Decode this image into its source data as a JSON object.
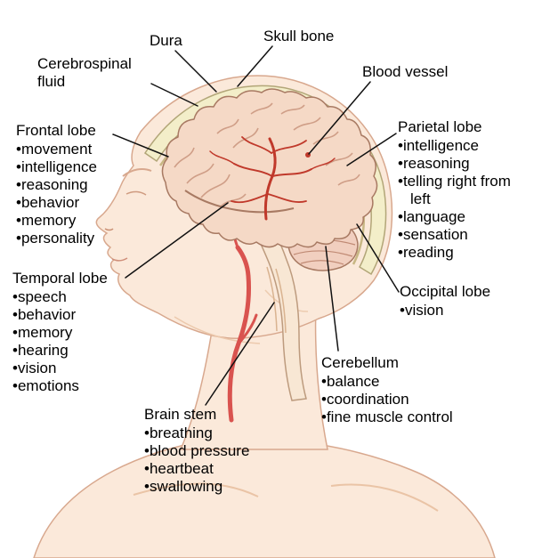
{
  "title": "Brain anatomy side-view diagram",
  "colors": {
    "background": "#ffffff",
    "skin": "#fbe9da",
    "skin_outline": "#d8a88e",
    "skull_bone": "#f3eec9",
    "skull_outline": "#b2a678",
    "dura_line": "#c8b784",
    "brain_fill": "#f5d9c6",
    "brain_outline": "#a87a63",
    "gyri": "#cf9e87",
    "vessel_red": "#c0392b",
    "artery_red": "#d9534f",
    "leader_line": "#111111",
    "text": "#000000"
  },
  "labels": {
    "dura": {
      "title": "Dura",
      "items": []
    },
    "skull_bone": {
      "title": "Skull bone",
      "items": []
    },
    "cerebrospinal_fluid": {
      "title": "Cerebrospinal fluid",
      "items": []
    },
    "blood_vessel": {
      "title": "Blood vessel",
      "items": []
    },
    "frontal_lobe": {
      "title": "Frontal lobe",
      "items": [
        "movement",
        "intelligence",
        "reasoning",
        "behavior",
        "memory",
        "personality"
      ]
    },
    "parietal_lobe": {
      "title": "Parietal lobe",
      "items": [
        "intelligence",
        "reasoning",
        "telling right from left",
        "language",
        "sensation",
        "reading"
      ]
    },
    "occipital_lobe": {
      "title": "Occipital lobe",
      "items": [
        "vision"
      ]
    },
    "temporal_lobe": {
      "title": "Temporal lobe",
      "items": [
        "speech",
        "behavior",
        "memory",
        "hearing",
        "vision",
        "emotions"
      ]
    },
    "cerebellum": {
      "title": "Cerebellum",
      "items": [
        "balance",
        "coordination",
        "fine muscle control"
      ]
    },
    "brain_stem": {
      "title": "Brain stem",
      "items": [
        "breathing",
        "blood pressure",
        "heartbeat",
        "swallowing"
      ]
    }
  }
}
